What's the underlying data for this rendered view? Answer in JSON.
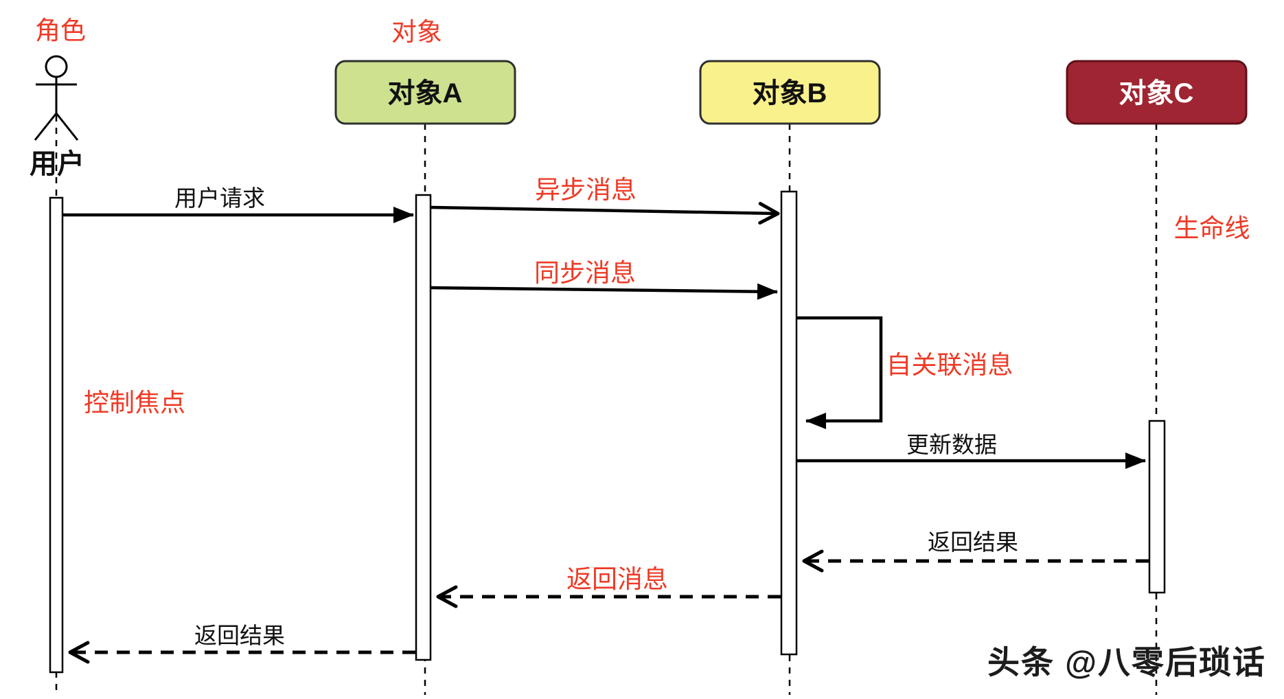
{
  "diagram": {
    "kind": "uml-sequence-diagram",
    "background": "#ffffff",
    "annotation_color": "#ee3a26",
    "line_color": "#000000",
    "annotations": {
      "role_label": "角色",
      "object_label": "对象",
      "lifeline_label": "生命线",
      "focus_label": "控制焦点"
    },
    "actor": {
      "name": "用户"
    },
    "objects": [
      {
        "label": "对象A",
        "fill": "#cde18f",
        "text_color": "#111111",
        "border": "#2f2f2f"
      },
      {
        "label": "对象B",
        "fill": "#f9f18b",
        "text_color": "#111111",
        "border": "#2f2f2f"
      },
      {
        "label": "对象C",
        "fill": "#9e2531",
        "text_color": "#ffffff",
        "border": "#5f1018"
      }
    ],
    "messages": [
      {
        "label": "用户请求",
        "from": "用户",
        "to": "对象A",
        "line": "solid",
        "arrowhead": "filled",
        "label_color": "#111111"
      },
      {
        "label": "异步消息",
        "from": "对象A",
        "to": "对象B",
        "line": "solid",
        "arrowhead": "open",
        "label_color": "#ee3a26"
      },
      {
        "label": "同步消息",
        "from": "对象A",
        "to": "对象B",
        "line": "solid",
        "arrowhead": "filled",
        "label_color": "#ee3a26"
      },
      {
        "label": "自关联消息",
        "from": "对象B",
        "to": "对象B",
        "line": "solid",
        "arrowhead": "filled",
        "label_color": "#ee3a26"
      },
      {
        "label": "更新数据",
        "from": "对象B",
        "to": "对象C",
        "line": "solid",
        "arrowhead": "filled",
        "label_color": "#111111"
      },
      {
        "label": "返回结果",
        "from": "对象C",
        "to": "对象B",
        "line": "dashed",
        "arrowhead": "open",
        "label_color": "#111111"
      },
      {
        "label": "返回消息",
        "from": "对象B",
        "to": "对象A",
        "line": "dashed",
        "arrowhead": "open",
        "label_color": "#ee3a26"
      },
      {
        "label": "返回结果",
        "from": "对象A",
        "to": "用户",
        "line": "dashed",
        "arrowhead": "open",
        "label_color": "#111111"
      }
    ],
    "watermark": {
      "text": "头条 @八零后琐话",
      "color": "#1c1c1c"
    }
  }
}
